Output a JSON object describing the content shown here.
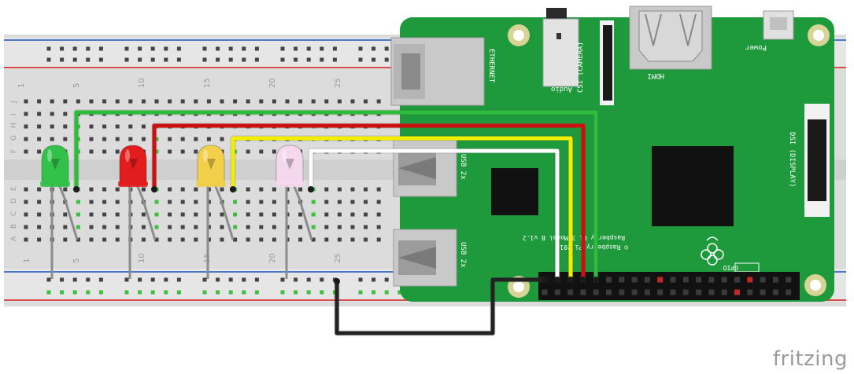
{
  "breadboard": {
    "column_numbers": [
      "1",
      "5",
      "10",
      "15",
      "20",
      "25"
    ],
    "row_letters_top": [
      "J",
      "I",
      "H",
      "G",
      "F"
    ],
    "row_letters_bottom": [
      "E",
      "D",
      "C",
      "B",
      "A"
    ]
  },
  "leds": [
    {
      "name": "green",
      "color": "#32c24a"
    },
    {
      "name": "red",
      "color": "#e11d1d"
    },
    {
      "name": "yellow",
      "color": "#f2d04a"
    },
    {
      "name": "white",
      "color": "#f6d8ee"
    }
  ],
  "wires": {
    "green": "#2ebd3a",
    "red": "#cc0f0f",
    "yellow": "#f2ee00",
    "white": "#ffffff",
    "black": "#222222"
  },
  "board": {
    "labels": {
      "ethernet": "ETHERNET",
      "audio": "Audio",
      "csi": "CSI (CAMERA)",
      "hdmi": "HDMI",
      "power": "Power",
      "dsi": "DSI (DISPLAY)",
      "usb1": "USB 2x",
      "usb2": "USB 2x",
      "model_line1": "Raspberry Pi 3 Model B v1.2",
      "model_line2": "© Raspberry Pi 2015",
      "gpio": "GPIO"
    },
    "pcb_color": "#1e9a3c"
  },
  "watermark": "fritzing"
}
